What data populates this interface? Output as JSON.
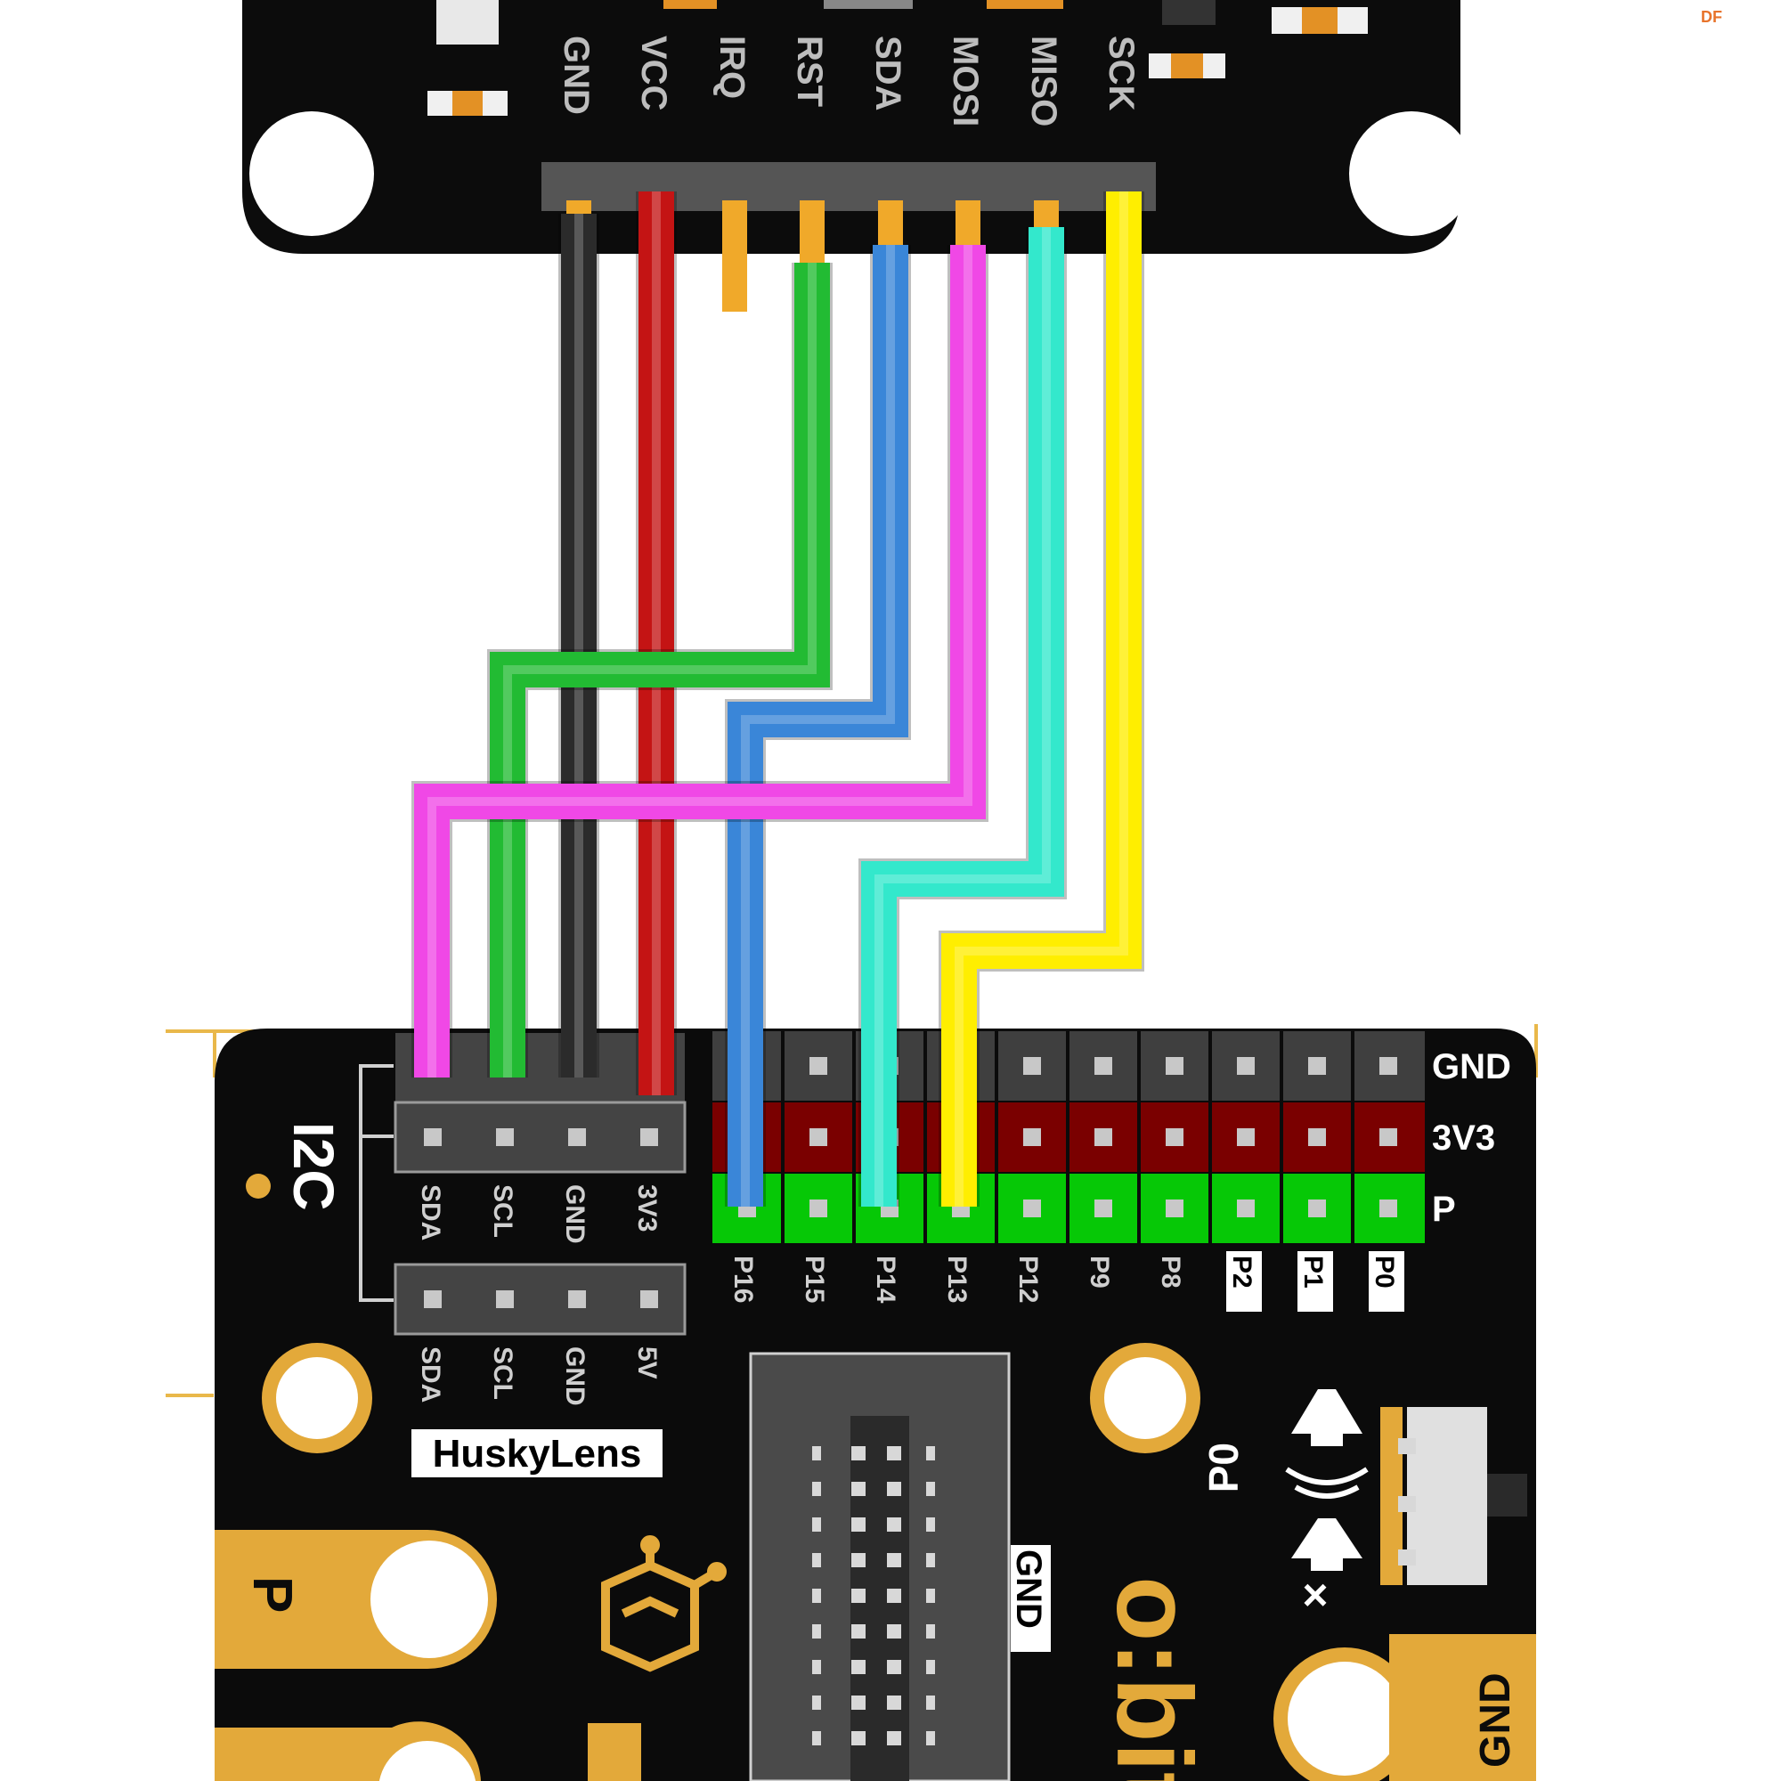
{
  "watermark": "DF",
  "rfid_module": {
    "pins": [
      "GND",
      "VCC",
      "IRQ",
      "RST",
      "SDA",
      "MOSI",
      "MISO",
      "SCK"
    ]
  },
  "expansion_board": {
    "i2c_label": "I2C",
    "i2c_pins_top": [
      "SDA",
      "SCL",
      "GND",
      "3V3"
    ],
    "i2c_pins_bottom": [
      "SDA",
      "SCL",
      "GND",
      "5V"
    ],
    "huskylens_label": "HuskyLens",
    "row_labels": [
      "GND",
      "3V3",
      "P"
    ],
    "pin_labels": [
      "P16",
      "P15",
      "P14",
      "P13",
      "P12",
      "P9",
      "P8",
      "P2",
      "P1",
      "P0"
    ],
    "speaker_label": "P0",
    "mute_label": "×",
    "touch_label": "P",
    "edge_gnd_label": "GND",
    "bottom_gnd_label": "GND",
    "brand_label": "o:bit"
  },
  "wires": [
    {
      "from": "GND",
      "to": "I2C GND",
      "color": "#2b2b2b"
    },
    {
      "from": "VCC",
      "to": "I2C 3V3",
      "color": "#c41414"
    },
    {
      "from": "RST",
      "to": "I2C SCL",
      "color": "#22bb33"
    },
    {
      "from": "SDA",
      "to": "P16",
      "color": "#3a86d8"
    },
    {
      "from": "MOSI",
      "to": "I2C SDA",
      "color": "#f048e6"
    },
    {
      "from": "MISO",
      "to": "P14",
      "color": "#33e8cc"
    },
    {
      "from": "SCK",
      "to": "P13",
      "color": "#ffee00"
    }
  ]
}
